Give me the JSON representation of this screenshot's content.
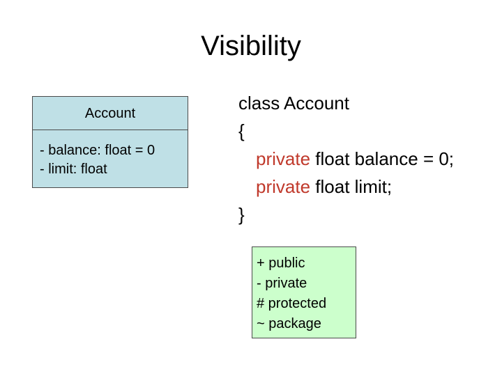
{
  "title": "Visibility",
  "uml_class": {
    "name": "Account",
    "attributes": [
      "- balance: float = 0",
      "- limit: float"
    ]
  },
  "code": {
    "class_decl": "class Account",
    "open_brace": "{",
    "line1_keyword": "private",
    "line1_rest": " float balance = 0;",
    "line2_keyword": "private",
    "line2_rest": " float limit;",
    "close_brace": "}"
  },
  "legend": {
    "items": [
      "+ public",
      "- private",
      "# protected",
      "~ package"
    ]
  },
  "colors": {
    "uml_fill": "#bfe0e6",
    "legend_fill": "#ccffcc",
    "keyword": "#c0392b"
  }
}
